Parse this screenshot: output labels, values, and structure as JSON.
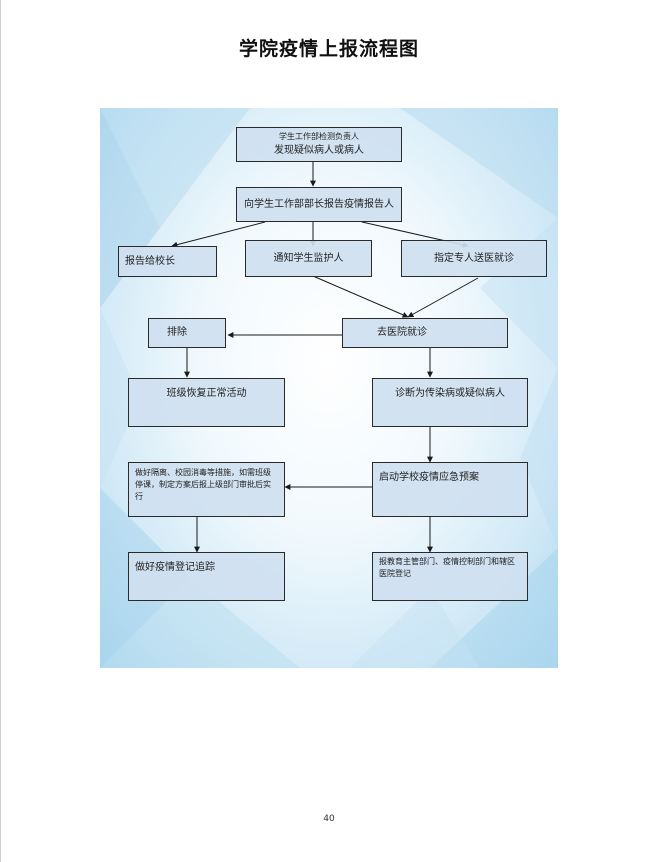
{
  "document": {
    "title": "学院疫情上报流程图",
    "page_number": "40"
  },
  "flowchart": {
    "nodes": {
      "n1": {
        "line1": "学生工作部检测负责人",
        "line2": "发现疑似病人或病人"
      },
      "n2": "向学生工作部部长报告疫情报告人",
      "n3": "报告给校长",
      "n4": "通知学生监护人",
      "n5": "指定专人送医就诊",
      "n6": "排除",
      "n7": "去医院就诊",
      "n8": "班级恢复正常活动",
      "n9": "诊断为传染病或疑似病人",
      "n10": "做好隔离、校园消毒等措施，如需班级停课，制定方案后报上级部门审批后实行",
      "n11": "启动学校疫情应急预案",
      "n12": "做好疫情登记追踪",
      "n13": "报教育主管部门、疫情控制部门和辖区医院登记"
    },
    "colors": {
      "node_fill": "#cfe0f0",
      "node_border": "#2a2a2a",
      "arrow": "#1a1a1a"
    }
  }
}
